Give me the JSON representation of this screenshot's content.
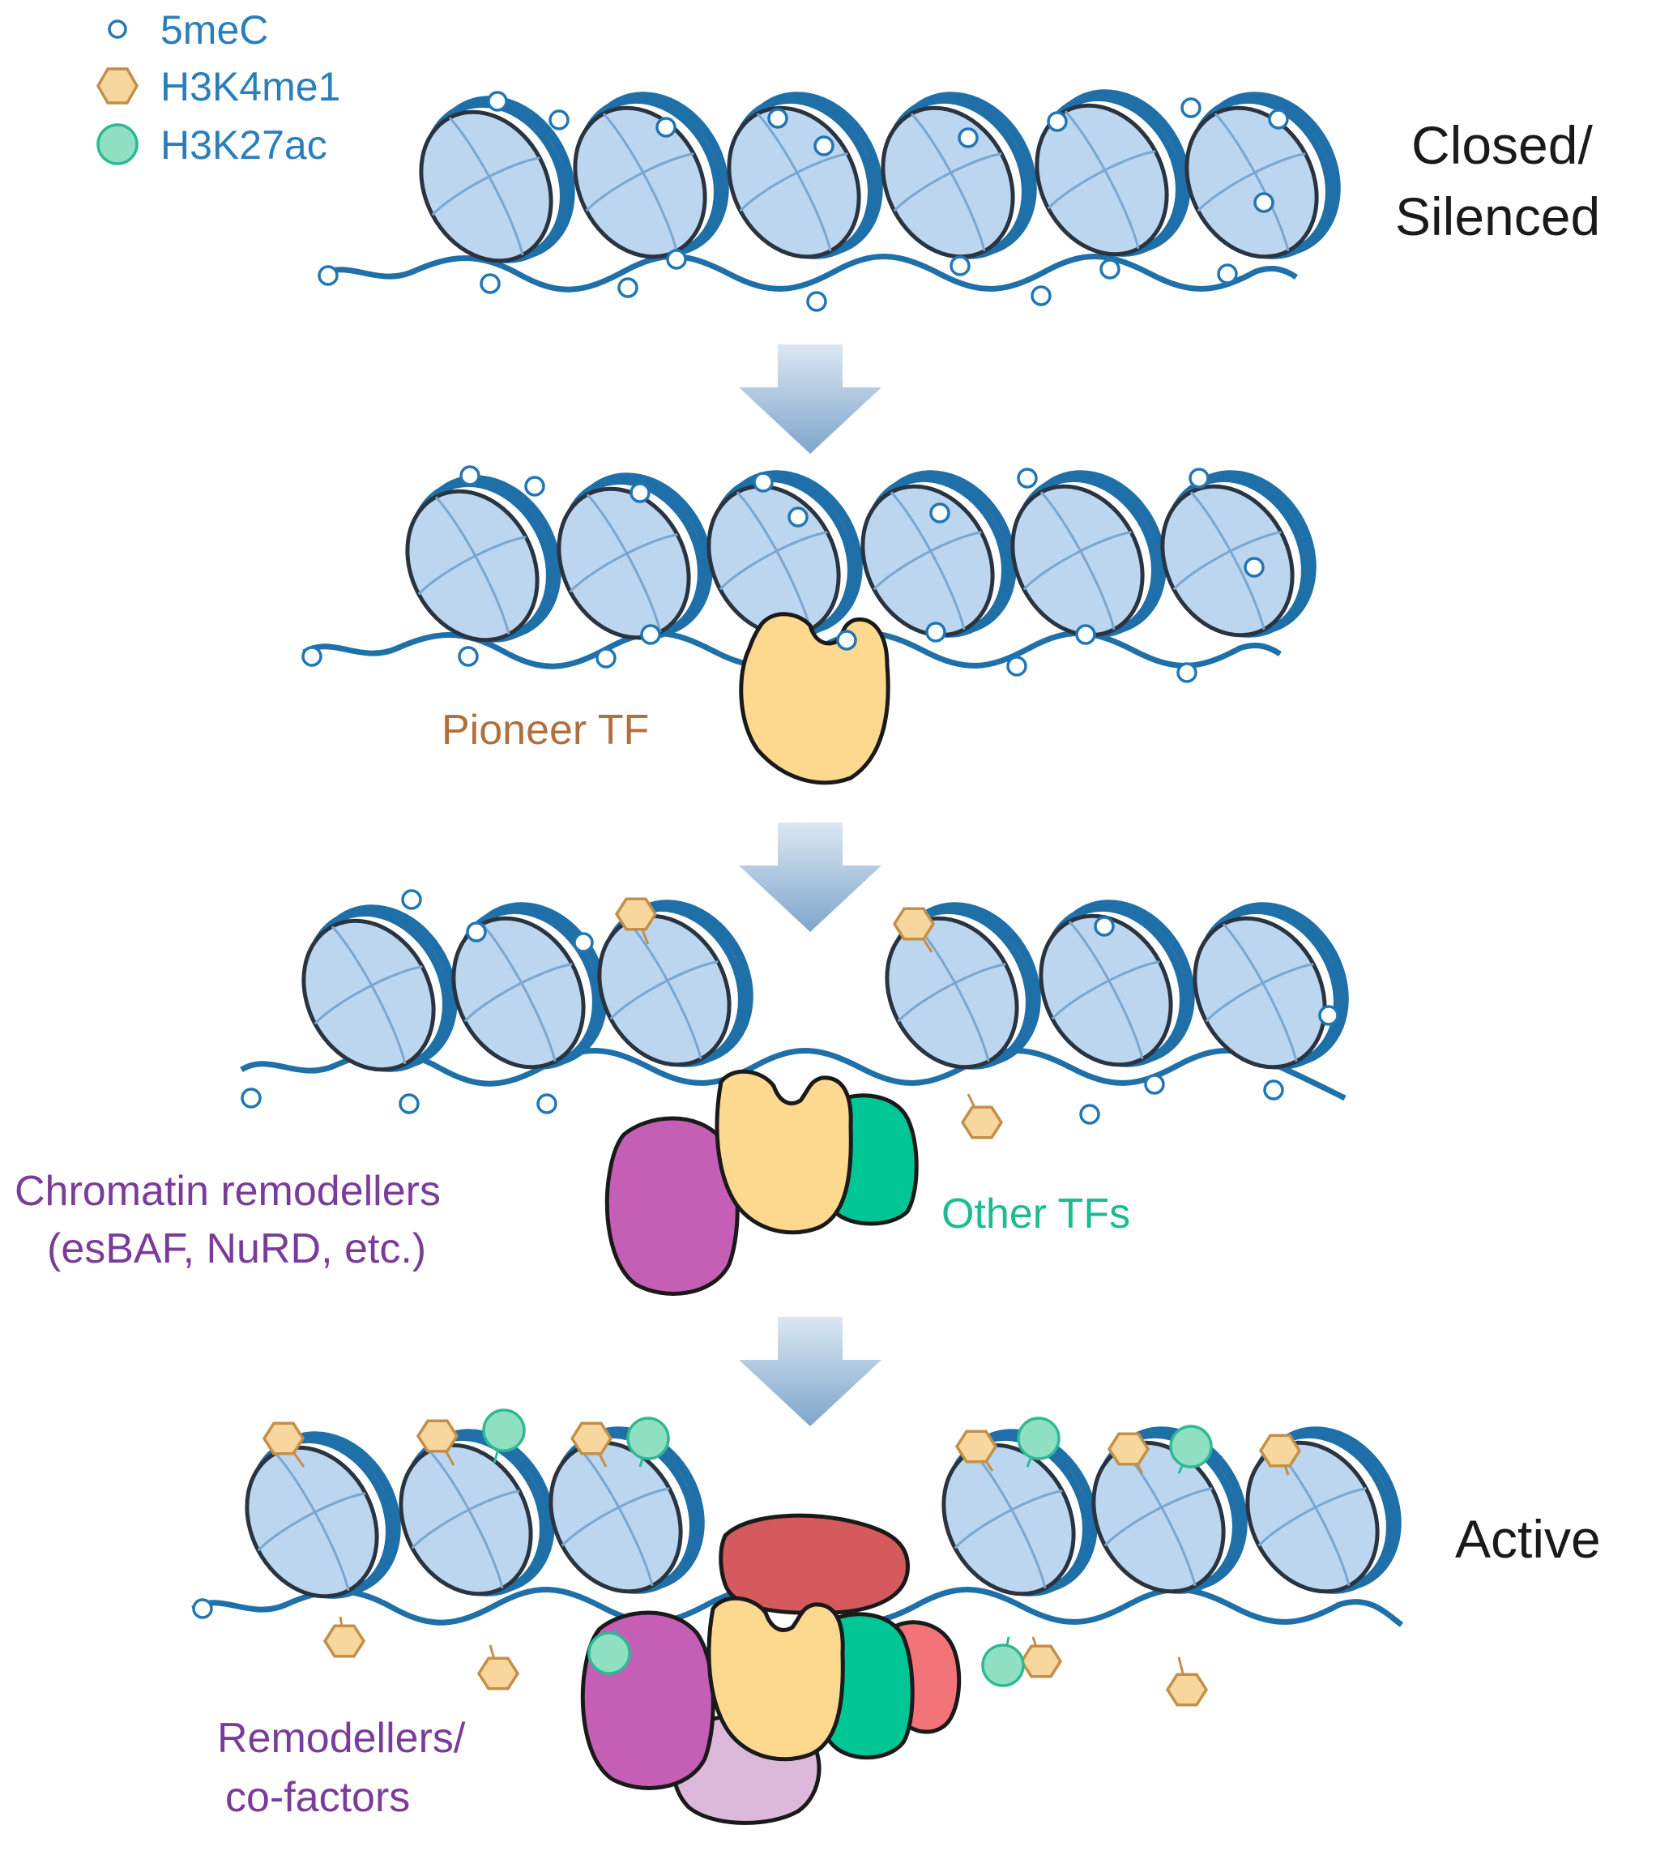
{
  "legend": {
    "items": [
      {
        "label": "5meC",
        "icon": "open-circle-icon"
      },
      {
        "label": "H3K4me1",
        "icon": "hexagon-icon"
      },
      {
        "label": "H3K27ac",
        "icon": "filled-circle-icon"
      }
    ]
  },
  "stages": {
    "closed": {
      "line1": "Closed/",
      "line2": "Silenced"
    },
    "active": {
      "label": "Active"
    }
  },
  "labels": {
    "pioneer_tf": "Pioneer TF",
    "remodellers_line1": "Chromatin remodellers",
    "remodellers_line2": "(esBAF, NuRD, etc.)",
    "other_tfs": "Other TFs",
    "cofactors_line1": "Remodellers/",
    "cofactors_line2": "co-factors"
  },
  "colors": {
    "dna": "#1f6fa8",
    "nucleosome_fill": "#bcd6ef",
    "nucleosome_edge": "#2a3440",
    "methyl_stroke": "#2176b5",
    "hexagon_fill": "#f7d79d",
    "hexagon_stroke": "#c48f48",
    "acetyl_fill": "#8fe0c2",
    "acetyl_stroke": "#2fb894",
    "pioneer": "#fdd98f",
    "remodeller_purple": "#c55fb6",
    "tf_green": "#00c696",
    "cofactor_red": "#d45a5e",
    "cofactor_pink": "#f27478",
    "cofactor_lilac": "#dcb9db",
    "label_brown": "#b0703d",
    "label_purple": "#7a3c9a",
    "label_teal": "#1dbb92",
    "label_black": "#1a1a1a",
    "legend_text": "#2a7fba",
    "arrow": "#8fb4d6"
  }
}
